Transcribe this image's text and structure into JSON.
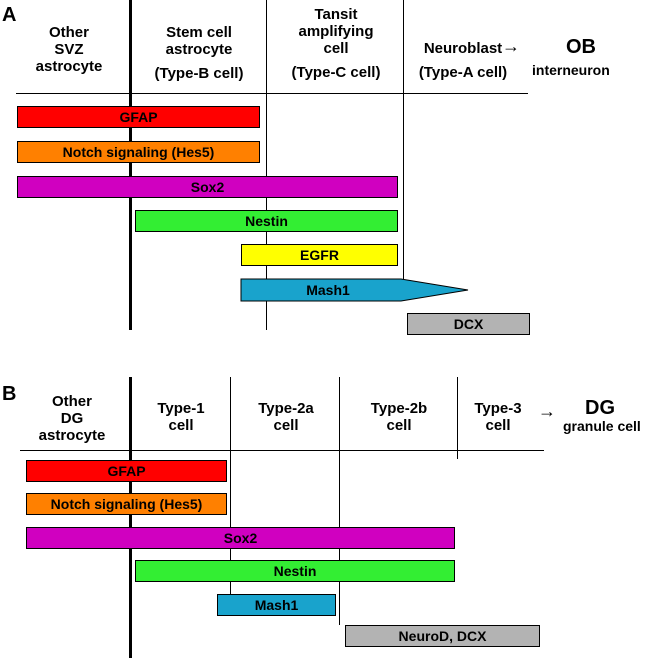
{
  "panelA": {
    "letter": "A",
    "headers": [
      {
        "lines": [
          "Other",
          "SVZ",
          "astrocyte"
        ]
      },
      {
        "lines": [
          "Stem cell",
          "astrocyte",
          "(Type-B cell)"
        ]
      },
      {
        "lines": [
          "Tansit",
          "amplifying",
          "cell",
          "(Type-C cell)"
        ]
      },
      {
        "lines": [
          "Neuroblast",
          "(Type-A cell)"
        ]
      }
    ],
    "arrow": "→",
    "target_main": "OB",
    "target_sub": "interneuron",
    "bars": [
      {
        "label": "GFAP",
        "color": "#ff0000"
      },
      {
        "label": "Notch signaling (Hes5)",
        "color": "#ff8000"
      },
      {
        "label": "Sox2",
        "color": "#d000c0"
      },
      {
        "label": "Nestin",
        "color": "#33ee33"
      },
      {
        "label": "EGFR",
        "color": "#ffff00"
      },
      {
        "label": "Mash1",
        "color": "#19a3cc"
      },
      {
        "label": "DCX",
        "color": "#b3b3b3"
      }
    ]
  },
  "panelB": {
    "letter": "B",
    "headers": [
      {
        "lines": [
          "Other",
          "DG",
          "astrocyte"
        ]
      },
      {
        "lines": [
          "Type-1",
          "cell"
        ]
      },
      {
        "lines": [
          "Type-2a",
          "cell"
        ]
      },
      {
        "lines": [
          "Type-2b",
          "cell"
        ]
      },
      {
        "lines": [
          "Type-3",
          "cell"
        ]
      }
    ],
    "arrow": "→",
    "target_main": "DG",
    "target_sub": "granule cell",
    "bars": [
      {
        "label": "GFAP",
        "color": "#ff0000"
      },
      {
        "label": "Notch signaling (Hes5)",
        "color": "#ff8000"
      },
      {
        "label": "Sox2",
        "color": "#d000c0"
      },
      {
        "label": "Nestin",
        "color": "#33ee33"
      },
      {
        "label": "Mash1",
        "color": "#19a3cc"
      },
      {
        "label": "NeuroD, DCX",
        "color": "#b3b3b3"
      }
    ]
  }
}
